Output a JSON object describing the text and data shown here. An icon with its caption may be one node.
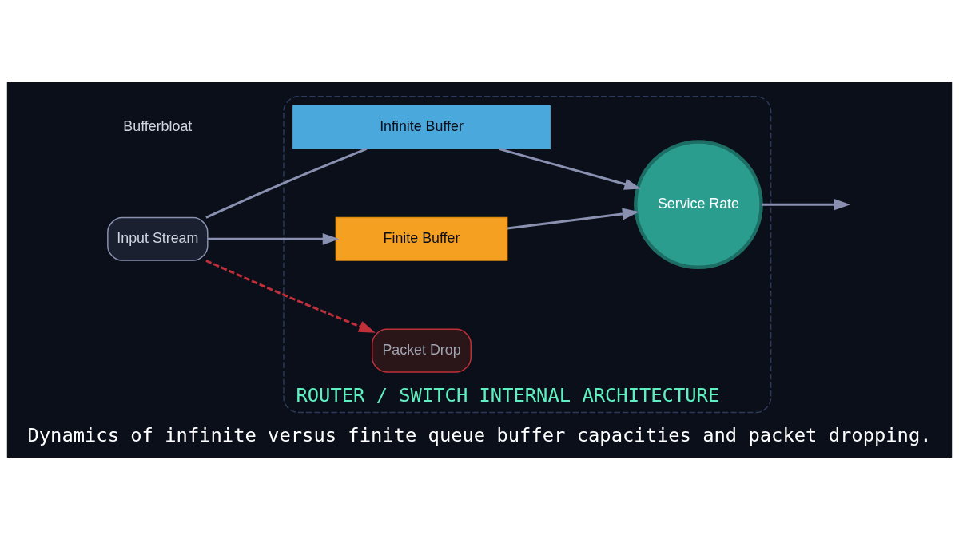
{
  "diagram": {
    "caption": "Dynamics of infinite versus finite queue buffer capacities and packet dropping.",
    "nodes": [
      {
        "text": [
          "ROUTER / SWITCH INTERNAL ARCHITECTURE"
        ]
      },
      {
        "text": [
          "Input Stream"
        ]
      },
      {
        "text": [
          "Infinite Buffer"
        ],
        "in": 0
      },
      {
        "text": [
          "Finite Buffer"
        ],
        "in": 0
      },
      {
        "text": [
          "Service Rate"
        ],
        "in": 0
      },
      {
        "text": [
          "Packet Drop"
        ],
        "in": 0
      }
    ],
    "edges": [
      {
        "from": 1,
        "to": 2,
        "arrow": "none"
      },
      {
        "from": 1,
        "to": 3,
        "arrow": "to"
      },
      {
        "from": 2,
        "to": 4,
        "arrow": "to"
      },
      {
        "from": 3,
        "to": 4,
        "arrow": "to"
      },
      {
        "from": 4,
        "to": null,
        "arrow": "to"
      },
      {
        "from": 1,
        "to": 5,
        "arrow": "to",
        "style": "dashed",
        "color": "#c0303a"
      }
    ],
    "labels": [
      "Bufferbloat"
    ]
  }
}
